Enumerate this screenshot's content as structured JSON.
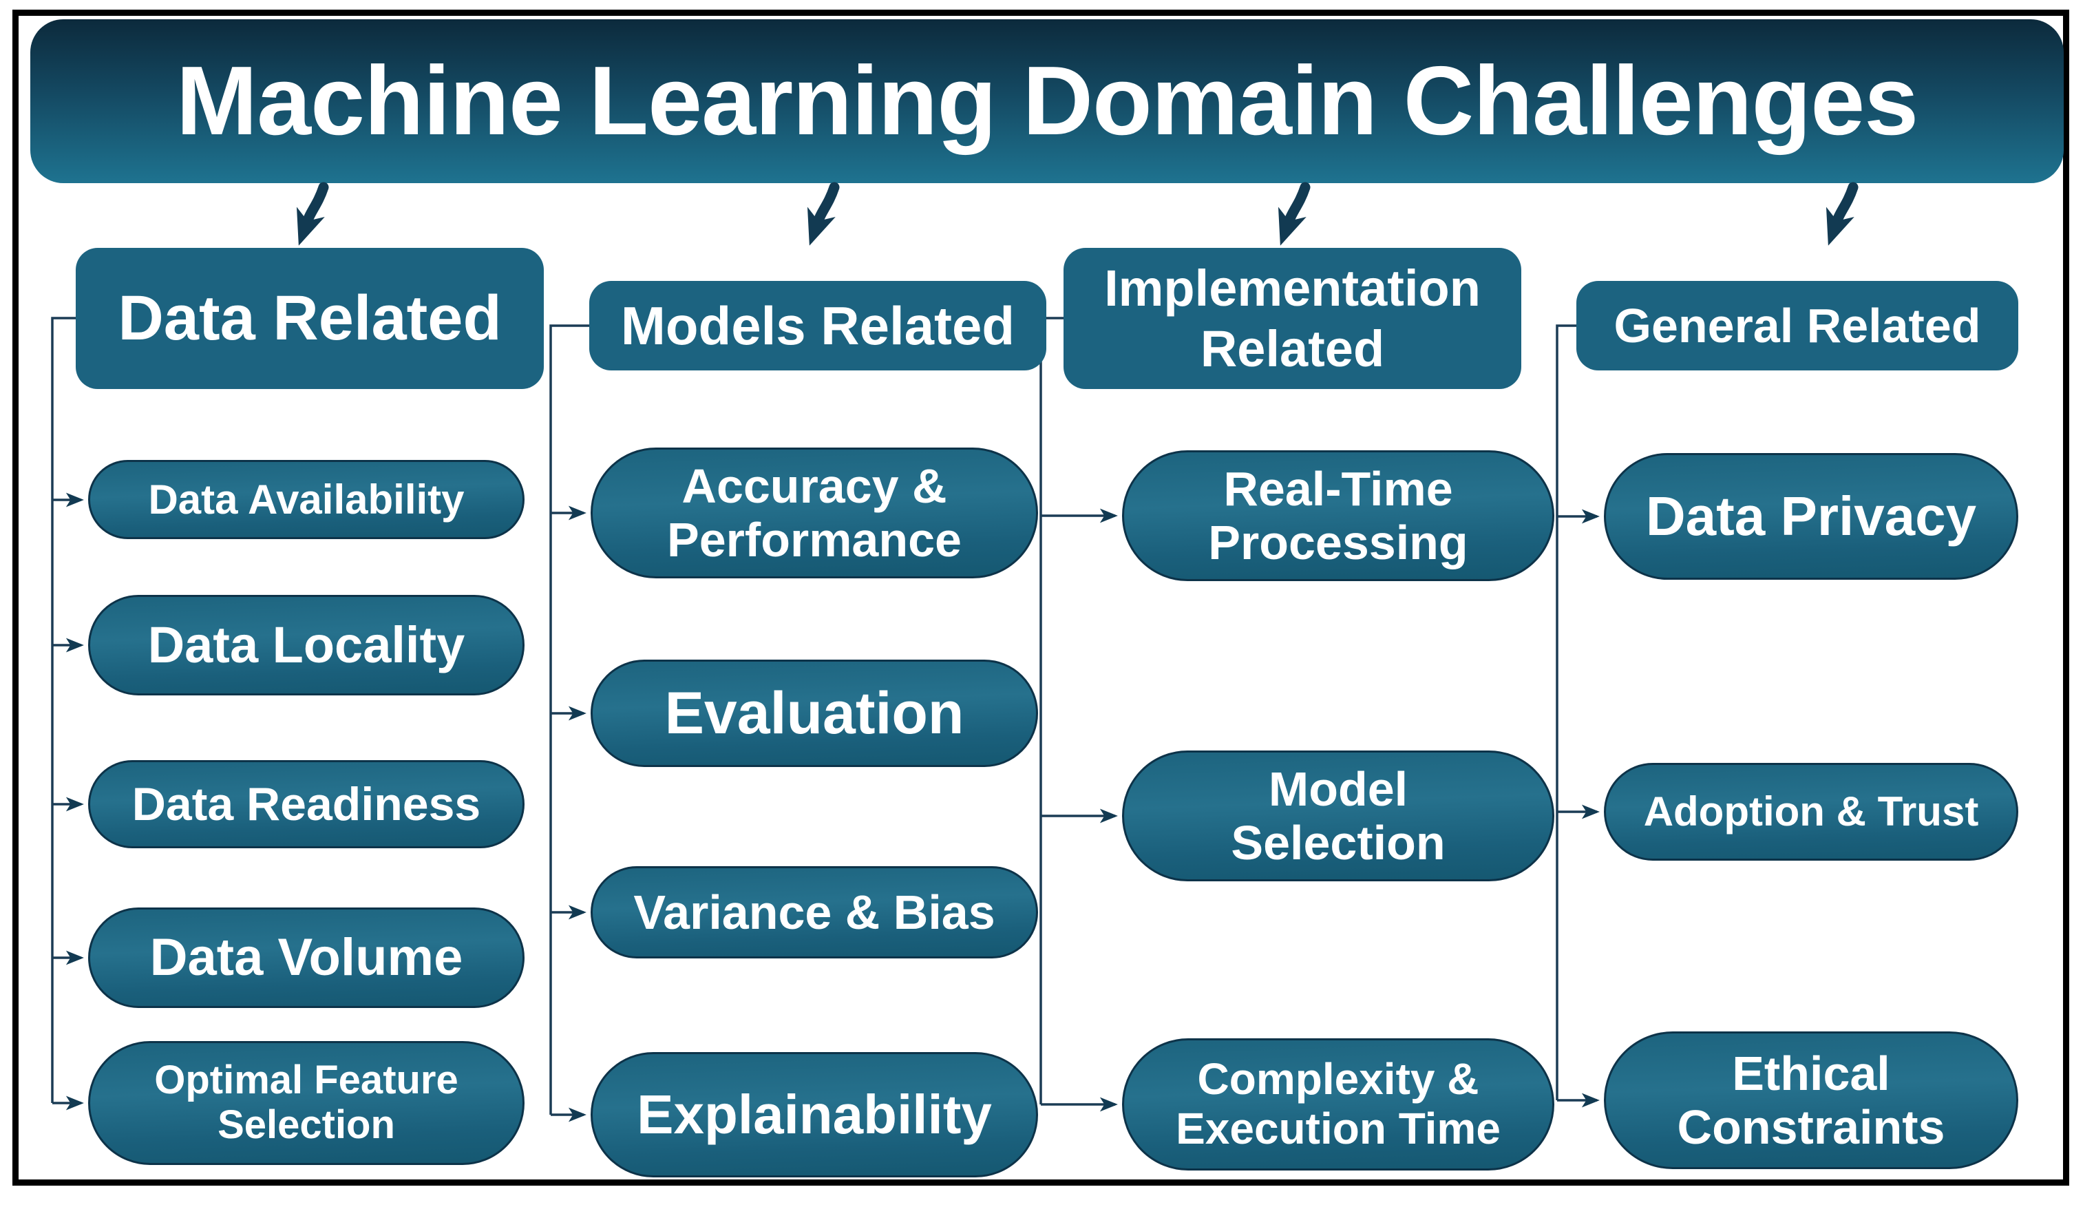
{
  "title": "Machine Learning Domain Challenges",
  "colors": {
    "title_gradient_top": "#0c2a3c",
    "title_gradient_bottom": "#1e7390",
    "header_fill": "#1c6380",
    "pill_fill": "#1d647f",
    "pill_border": "#0d3349",
    "connector": "#1b3c55",
    "arrow": "#123a52",
    "text": "#ffffff",
    "background": "#ffffff",
    "frame_border": "#000000"
  },
  "columns": [
    {
      "header": "Data Related",
      "items": [
        "Data Availability",
        "Data Locality",
        "Data Readiness",
        "Data Volume",
        "Optimal Feature\nSelection"
      ]
    },
    {
      "header": "Models Related",
      "items": [
        "Accuracy &\nPerformance",
        "Evaluation",
        "Variance & Bias",
        "Explainability"
      ]
    },
    {
      "header": "Implementation\nRelated",
      "items": [
        "Real-Time\nProcessing",
        "Model\nSelection",
        "Complexity &\nExecution Time"
      ]
    },
    {
      "header": "General Related",
      "items": [
        "Data Privacy",
        "Adoption & Trust",
        "Ethical\nConstraints"
      ]
    }
  ]
}
